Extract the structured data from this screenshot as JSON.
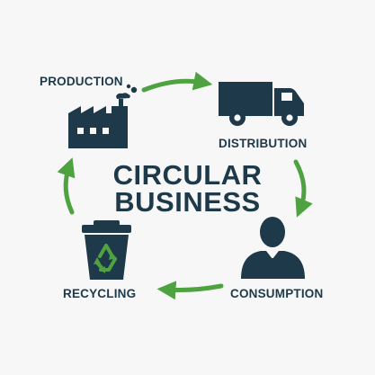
{
  "diagram": {
    "title_line1": "CIRCULAR",
    "title_line2": "BUSINESS",
    "stages": {
      "production": "PRODUCTION",
      "distribution": "DISTRIBUTION",
      "consumption": "CONSUMPTION",
      "recycling": "RECYCLING"
    },
    "icons": {
      "production": "factory-icon",
      "distribution": "truck-icon",
      "consumption": "person-icon",
      "recycling": "recycle-bin-icon"
    },
    "colors": {
      "icon": "#1e3a4a",
      "arrow": "#4ea340",
      "text": "#1e3a4a"
    }
  }
}
